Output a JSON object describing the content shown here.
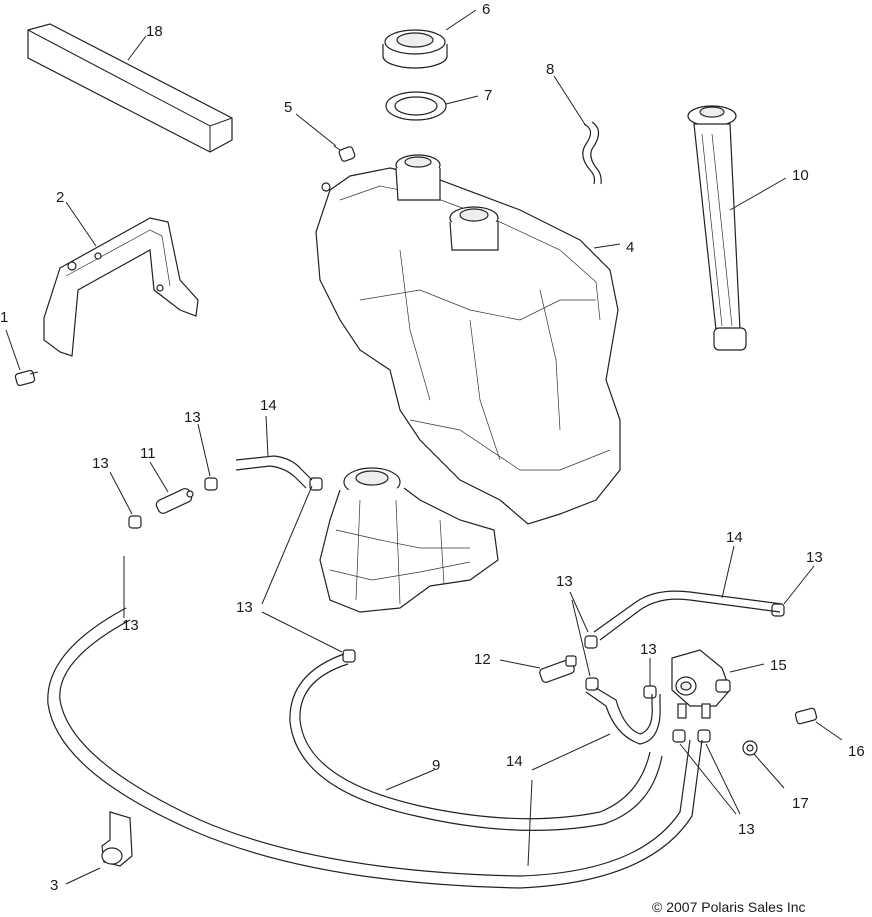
{
  "diagram": {
    "callouts": [
      "1",
      "2",
      "3",
      "4",
      "5",
      "6",
      "7",
      "8",
      "9",
      "10",
      "11",
      "12",
      "13",
      "13",
      "13",
      "13",
      "13",
      "13",
      "13",
      "13",
      "14",
      "14",
      "14",
      "15",
      "16",
      "17",
      "18"
    ],
    "copyright": "© 2007  Polaris Sales Inc"
  }
}
